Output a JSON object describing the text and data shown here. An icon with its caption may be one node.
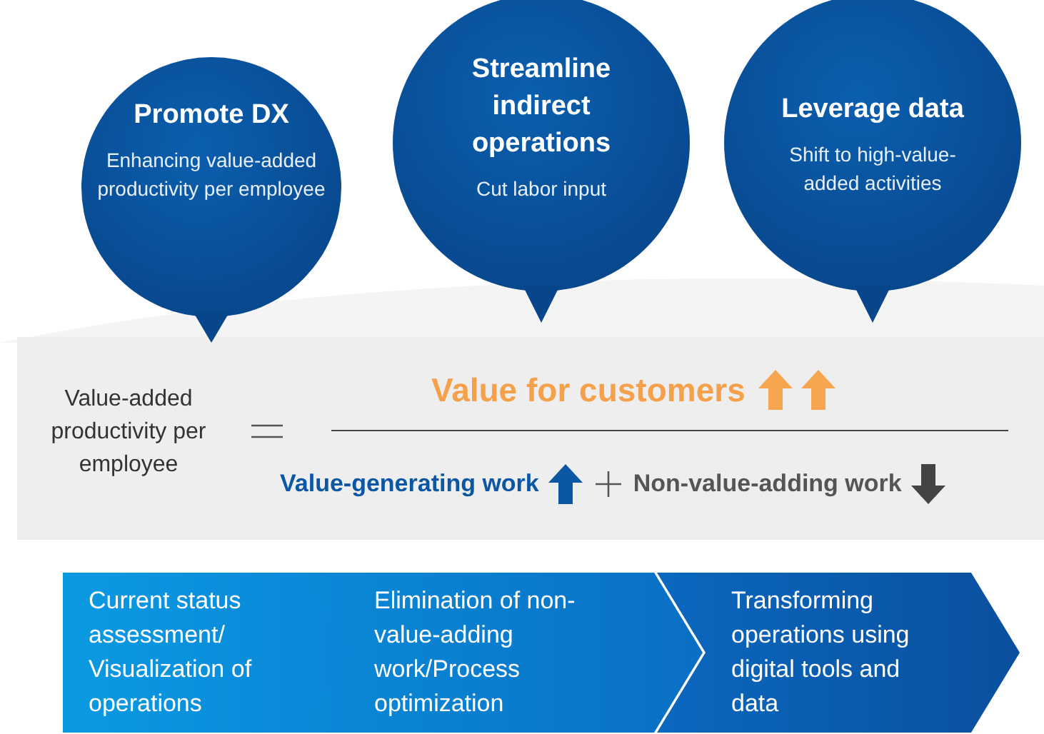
{
  "diagram": {
    "nodes": [
      {
        "text": [
          "Promote DX",
          "Enhancing value-added productivity per employee"
        ]
      },
      {
        "text": [
          "Streamline indirect operations",
          "Cut labor input"
        ]
      },
      {
        "text": [
          "Leverage data",
          "Shift to high-value-added activities"
        ]
      },
      {
        "text": [
          "Value-added productivity per employee",
          "Value for customers",
          "Value-generating work",
          "Non-value-adding work"
        ]
      },
      {
        "text": [
          "Current status assessment/ Visualization of operations"
        ]
      },
      {
        "text": [
          "Elimination of non-value-adding work/Process optimization"
        ]
      },
      {
        "text": [
          "Transforming operations using digital tools and data"
        ]
      }
    ]
  }
}
